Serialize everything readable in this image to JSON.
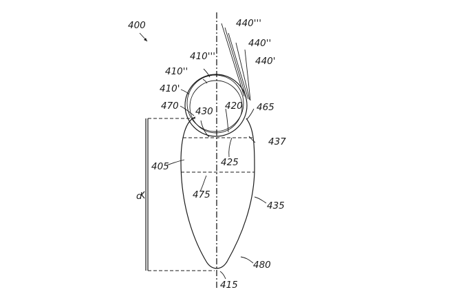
{
  "figure": {
    "figure_ref": "400",
    "labels": {
      "l440_3": "440'''",
      "l440_2": "440''",
      "l440_1": "440'",
      "l410_3": "410'''",
      "l410_2": "410''",
      "l410_1": "410'",
      "l470": "470",
      "l430": "430",
      "l420": "420",
      "l465": "465",
      "l437": "437",
      "l405": "405",
      "l425": "425",
      "l475": "475",
      "l435": "435",
      "ld": "d",
      "l480": "480",
      "l415": "415"
    }
  }
}
